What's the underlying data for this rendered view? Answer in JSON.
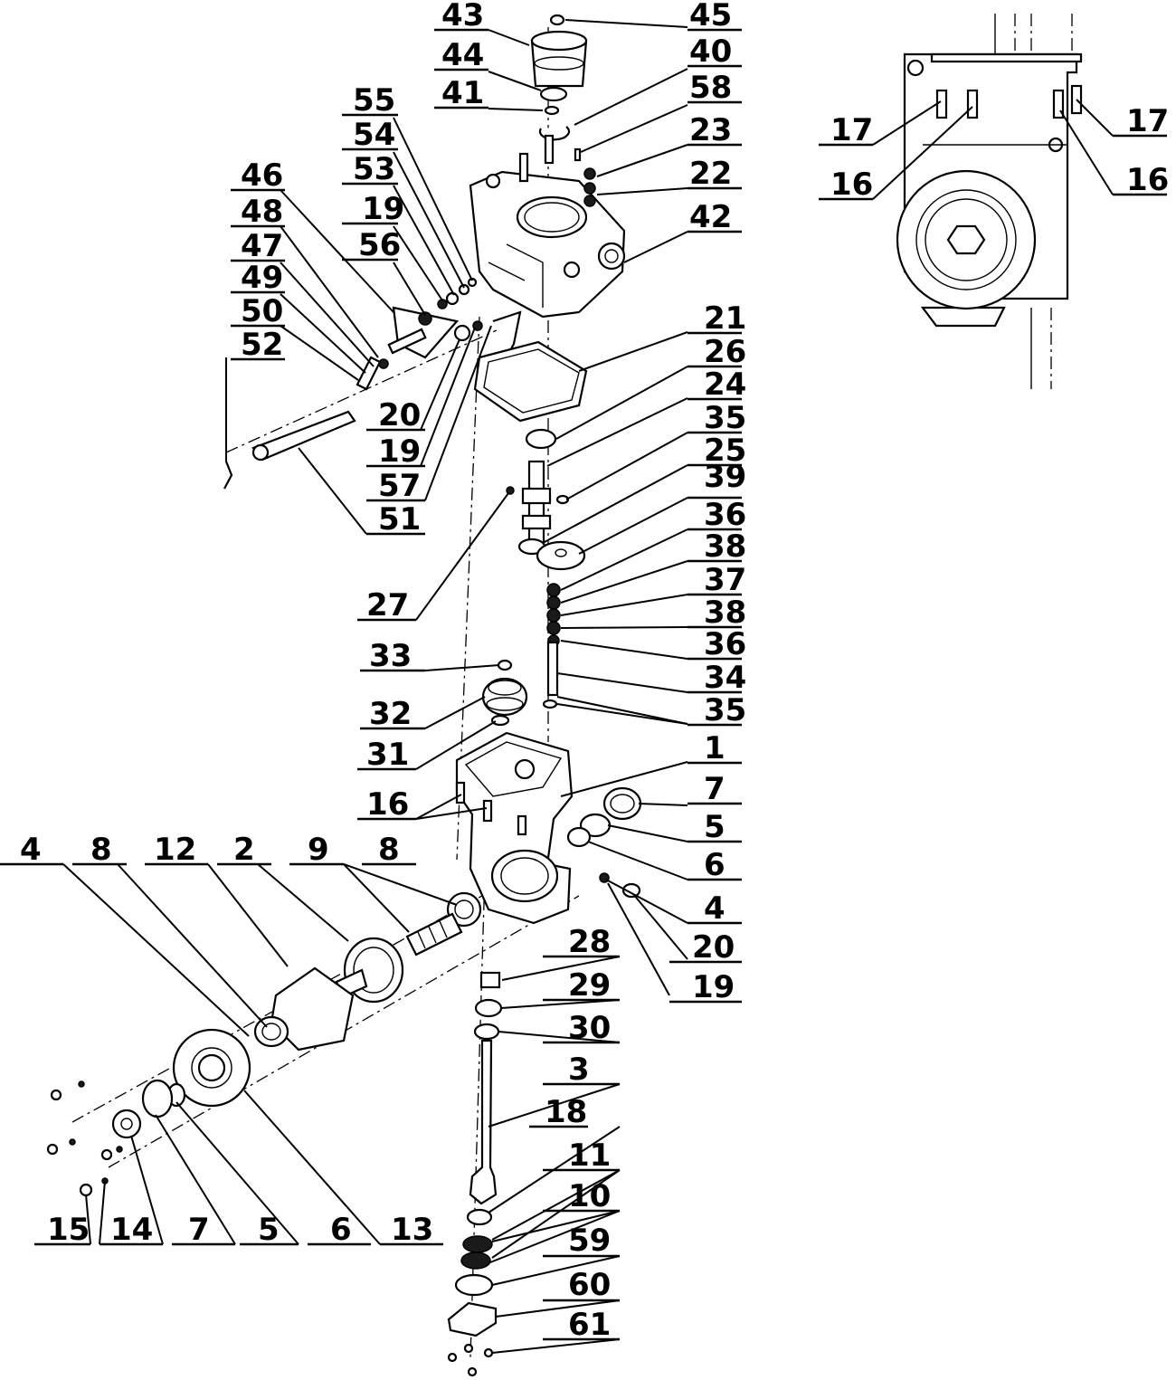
{
  "labels": {
    "l43": "43",
    "l45": "45",
    "l44": "44",
    "l40": "40",
    "l41": "41",
    "l58": "58",
    "l55": "55",
    "l54": "54",
    "l23": "23",
    "l53": "53",
    "l22": "22",
    "l46": "46",
    "l19a": "19",
    "l42": "42",
    "l48": "48",
    "l56": "56",
    "l47": "47",
    "l49": "49",
    "l50": "50",
    "l21": "21",
    "l52": "52",
    "l26": "26",
    "l24": "24",
    "l20a": "20",
    "l35a": "35",
    "l19b": "19",
    "l25": "25",
    "l57": "57",
    "l39": "39",
    "l51": "51",
    "l36a": "36",
    "l38a": "38",
    "l37": "37",
    "l27": "27",
    "l38b": "38",
    "l36b": "36",
    "l33": "33",
    "l34": "34",
    "l32": "32",
    "l35b": "35",
    "l31": "31",
    "l1": "1",
    "l7a": "7",
    "l16a": "16",
    "l5a": "5",
    "l4a": "4",
    "l8a": "8",
    "l12": "12",
    "l2": "2",
    "l9": "9",
    "l8b": "8",
    "l6a": "6",
    "l4b": "4",
    "l20b": "20",
    "l19c": "19",
    "l28": "28",
    "l29": "29",
    "l30": "30",
    "l3": "3",
    "l18": "18",
    "l11": "11",
    "l10": "10",
    "l59": "59",
    "l15": "15",
    "l14": "14",
    "l7b": "7",
    "l5b": "5",
    "l6b": "6",
    "l13": "13",
    "l60": "60",
    "l61": "61",
    "l17a": "17",
    "l17b": "17",
    "l16b": "16",
    "l16c": "16"
  }
}
